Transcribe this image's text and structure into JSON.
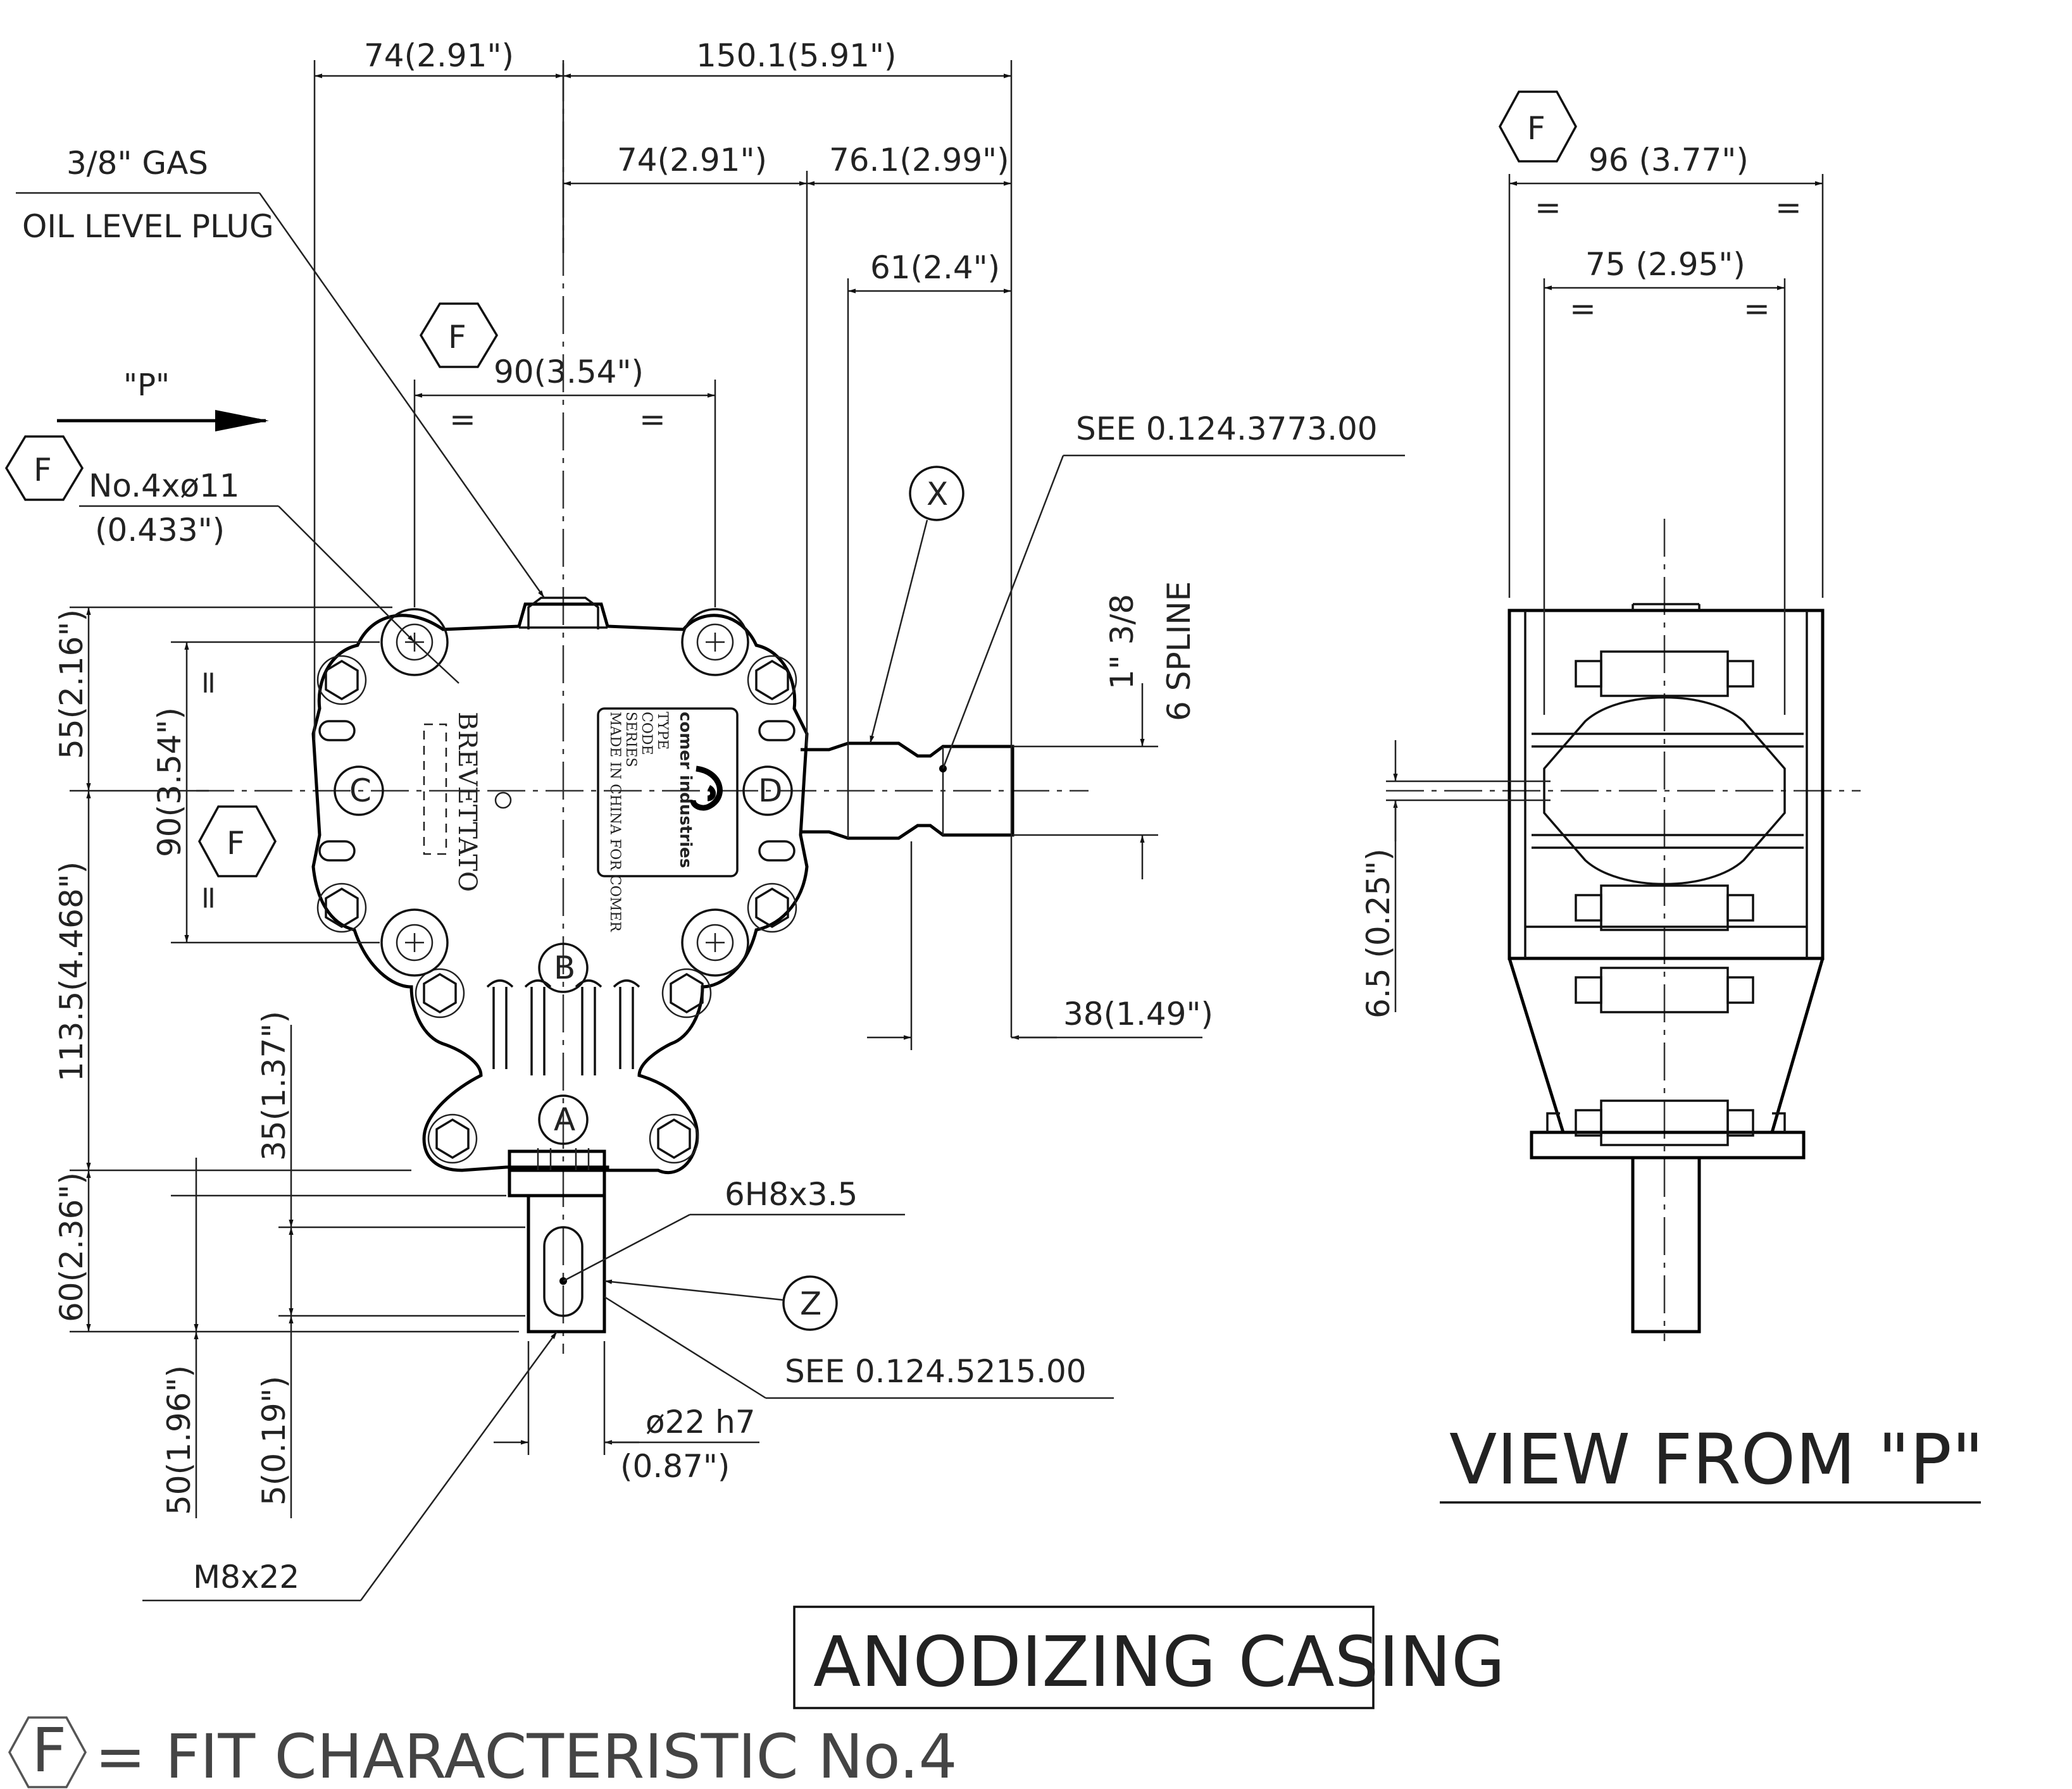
{
  "dimensions": {
    "d_top_left": "74(2.91\")",
    "d_top_total": "150.1(5.91\")",
    "d_top_mid": "74(2.91\")",
    "d_top_right": "76.1(2.99\")",
    "d_spline_len": "61(2.4\")",
    "d_mount_w": "90(3.54\")",
    "d_upper_h": "55(2.16\")",
    "d_mount_h": "90(3.54\")",
    "d_lower_h": "113.5(4.468\")",
    "d_shaft_len": "60(2.36\")",
    "d_key_len": "35(1.37\")",
    "d_offset_50": "50(1.96\")",
    "d_offset_5": "5(0.19\")",
    "d_shaft_dia": "ø22 h7",
    "d_shaft_dia_in": "(0.87\")",
    "d_stub": "38(1.49\")",
    "d_view_w": "96 (3.77\")",
    "d_view_inner": "75 (2.95\")",
    "d_view_small": "6.5 (0.25\")",
    "eq": "="
  },
  "labels": {
    "oil_plug_1": "3/8\" GAS",
    "oil_plug_2": "OIL LEVEL PLUG",
    "view_arrow": "\"P\"",
    "holes_1": "No.4xø11",
    "holes_2": "(0.433\")",
    "see_spline": "SEE 0.124.3773.00",
    "spline_1": "1\" 3/8",
    "spline_2": "6 SPLINE",
    "keyway": "6H8x3.5",
    "see_shaft": "SEE 0.124.5215.00",
    "thread": "M8x22",
    "callout_x": "X",
    "callout_z": "Z",
    "callout_f": "F",
    "port_a": "A",
    "port_b": "B",
    "port_c": "C",
    "port_d": "D",
    "view_title": "VIEW FROM \"P\"",
    "box_title": "ANODIZING CASING",
    "legend_text": "= FIT CHARACTERISTIC No.4"
  },
  "nameplate": {
    "brand": "comer industries",
    "type": "TYPE",
    "code": "CODE",
    "series": "SERIES",
    "made": "MADE IN CHINA FOR COMER",
    "stamp": "BREVETTATO"
  },
  "colors": {
    "ink": "#111111",
    "paper": "#ffffff"
  }
}
